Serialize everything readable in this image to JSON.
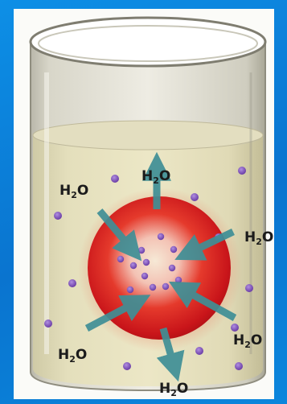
{
  "colors": {
    "background": "#0a7fd3",
    "panel": "#fbfbf8",
    "liquid": "#e9e4c2",
    "ion": "#d81b1b",
    "arrow": "#3f8f96",
    "molecule": "#7c4bb3"
  },
  "diagram": {
    "type": "dissolution-hydration",
    "molecule_labels": [
      {
        "main": "H",
        "sub": "2",
        "tail": "O"
      },
      {
        "main": "H",
        "sub": "2",
        "tail": "O"
      },
      {
        "main": "H",
        "sub": "2",
        "tail": "O"
      },
      {
        "main": "H",
        "sub": "2",
        "tail": "O"
      },
      {
        "main": "H",
        "sub": "2",
        "tail": "O"
      },
      {
        "main": "H",
        "sub": "2",
        "tail": "O"
      }
    ]
  }
}
